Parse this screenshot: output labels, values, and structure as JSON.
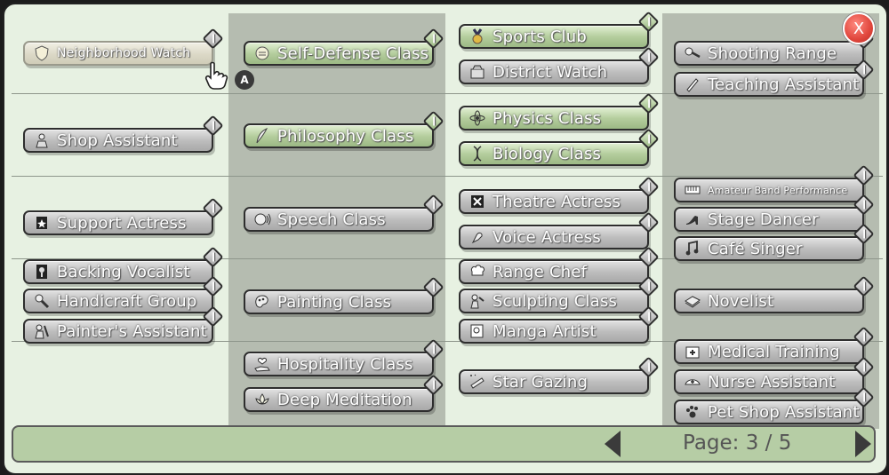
{
  "page": {
    "label": "Page: 3 / 5"
  },
  "close_label": "X",
  "controller_badge": "A",
  "columns": [
    {
      "items": [
        {
          "label": "Neighborhood Watch",
          "icon": "shield-icon"
        },
        {
          "label": "Shop Assistant",
          "icon": "shopkeeper-icon"
        },
        {
          "label": "Support Actress",
          "icon": "star-card-icon"
        },
        {
          "label": "Backing Vocalist",
          "icon": "microphone-icon"
        },
        {
          "label": "Handicraft Group",
          "icon": "craft-icon"
        },
        {
          "label": "Painter's Assistant",
          "icon": "painter-icon"
        }
      ]
    },
    {
      "items": [
        {
          "label": "Self-Defense Class",
          "icon": "fist-icon"
        },
        {
          "label": "Philosophy Class",
          "icon": "quill-icon"
        },
        {
          "label": "Speech Class",
          "icon": "speech-icon"
        },
        {
          "label": "Painting Class",
          "icon": "palette-icon"
        },
        {
          "label": "Hospitality Class",
          "icon": "hand-heart-icon"
        },
        {
          "label": "Deep Meditation",
          "icon": "lotus-icon"
        }
      ]
    },
    {
      "items": [
        {
          "label": "Sports Club",
          "icon": "medal-icon"
        },
        {
          "label": "District Watch",
          "icon": "badge-icon"
        },
        {
          "label": "Physics Class",
          "icon": "atom-icon"
        },
        {
          "label": "Biology Class",
          "icon": "dna-icon"
        },
        {
          "label": "Theatre Actress",
          "icon": "theatre-icon"
        },
        {
          "label": "Voice Actress",
          "icon": "voice-icon"
        },
        {
          "label": "Range Chef",
          "icon": "chef-hat-icon"
        },
        {
          "label": "Sculpting Class",
          "icon": "sculpt-icon"
        },
        {
          "label": "Manga Artist",
          "icon": "manga-icon"
        },
        {
          "label": "Star Gazing",
          "icon": "telescope-icon"
        }
      ]
    },
    {
      "items": [
        {
          "label": "Shooting Range",
          "icon": "gun-icon"
        },
        {
          "label": "Teaching Assistant",
          "icon": "pointer-icon"
        },
        {
          "label": "Amateur Band Performance",
          "icon": "keyboard-icon"
        },
        {
          "label": "Stage Dancer",
          "icon": "heel-icon"
        },
        {
          "label": "Café  Singer",
          "icon": "notes-icon"
        },
        {
          "label": "Novelist",
          "icon": "book-icon"
        },
        {
          "label": "Medical Training",
          "icon": "medkit-icon"
        },
        {
          "label": "Nurse Assistant",
          "icon": "nurse-cap-icon"
        },
        {
          "label": "Pet Shop Assistant",
          "icon": "paw-icon"
        }
      ]
    }
  ]
}
